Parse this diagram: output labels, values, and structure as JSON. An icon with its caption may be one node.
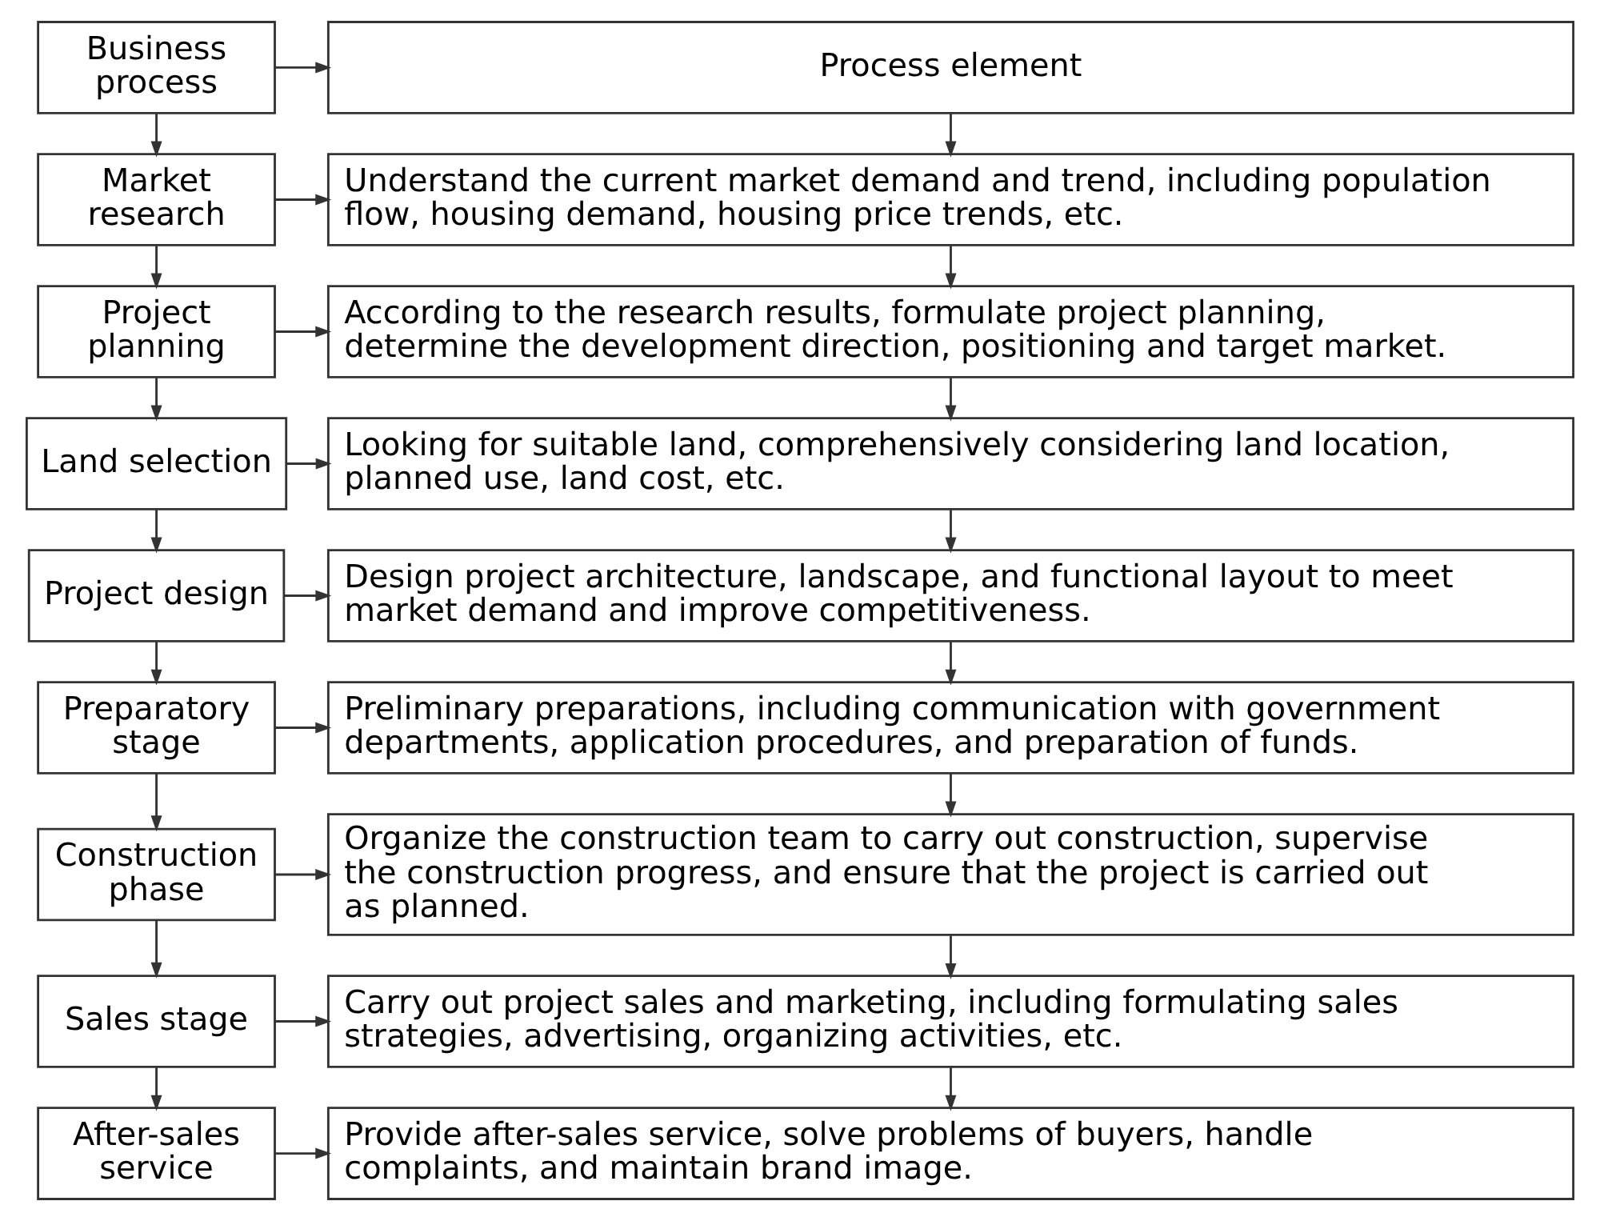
{
  "diagram": {
    "nodes": [
      {
        "text": [
          "Business process"
        ]
      },
      {
        "text": [
          "Process element"
        ]
      },
      {
        "text": [
          "Market research"
        ]
      },
      {
        "text": [
          "Understand the current market demand and trend, including population flow, housing demand, housing price trends, etc."
        ]
      },
      {
        "text": [
          "Project planning"
        ]
      },
      {
        "text": [
          "According to the research results, formulate project planning, determine the development direction, positioning and target market."
        ]
      },
      {
        "text": [
          "Land selection"
        ]
      },
      {
        "text": [
          "Looking for suitable land, comprehensively considering land location, planned use, land cost, etc."
        ]
      },
      {
        "text": [
          "Project design"
        ]
      },
      {
        "text": [
          "Design project architecture, landscape, and functional layout to meet market demand and improve competitiveness."
        ]
      },
      {
        "text": [
          "Preparatory stage"
        ]
      },
      {
        "text": [
          "Preliminary preparations, including communication with government departments, application procedures, and preparation of funds."
        ]
      },
      {
        "text": [
          "Construction phase"
        ]
      },
      {
        "text": [
          "Organize the construction team to carry out construction, supervise the construction progress, and ensure that the project is carried out as planned."
        ]
      },
      {
        "text": [
          "Sales stage"
        ]
      },
      {
        "text": [
          "Carry out project sales and marketing, including formulating sales strategies, advertising, organizing activities, etc."
        ]
      },
      {
        "text": [
          "After-sales service"
        ]
      },
      {
        "text": [
          "Provide after-sales service, solve problems of buyers, handle complaints, and maintain brand image."
        ]
      }
    ],
    "edges": [
      {
        "from": 0,
        "to": 1,
        "arrow": "to"
      },
      {
        "from": 0,
        "to": 2,
        "arrow": "to"
      },
      {
        "from": 1,
        "to": 3,
        "arrow": "to"
      },
      {
        "from": 2,
        "to": 3,
        "arrow": "to"
      },
      {
        "from": 2,
        "to": 4,
        "arrow": "to"
      },
      {
        "from": 3,
        "to": 5,
        "arrow": "to"
      },
      {
        "from": 4,
        "to": 5,
        "arrow": "to"
      },
      {
        "from": 4,
        "to": 6,
        "arrow": "to"
      },
      {
        "from": 5,
        "to": 7,
        "arrow": "to"
      },
      {
        "from": 6,
        "to": 7,
        "arrow": "to"
      },
      {
        "from": 6,
        "to": 8,
        "arrow": "to"
      },
      {
        "from": 7,
        "to": 9,
        "arrow": "to"
      },
      {
        "from": 8,
        "to": 9,
        "arrow": "to"
      },
      {
        "from": 8,
        "to": 10,
        "arrow": "to"
      },
      {
        "from": 9,
        "to": 11,
        "arrow": "to"
      },
      {
        "from": 10,
        "to": 11,
        "arrow": "to"
      },
      {
        "from": 10,
        "to": 12,
        "arrow": "to"
      },
      {
        "from": 11,
        "to": 13,
        "arrow": "to"
      },
      {
        "from": 12,
        "to": 13,
        "arrow": "to"
      },
      {
        "from": 12,
        "to": 14,
        "arrow": "to"
      },
      {
        "from": 13,
        "to": 15,
        "arrow": "to"
      },
      {
        "from": 14,
        "to": 15,
        "arrow": "to"
      },
      {
        "from": 14,
        "to": 16,
        "arrow": "to"
      },
      {
        "from": 15,
        "to": 17,
        "arrow": "to"
      },
      {
        "from": 16,
        "to": 17,
        "arrow": "to"
      }
    ]
  }
}
